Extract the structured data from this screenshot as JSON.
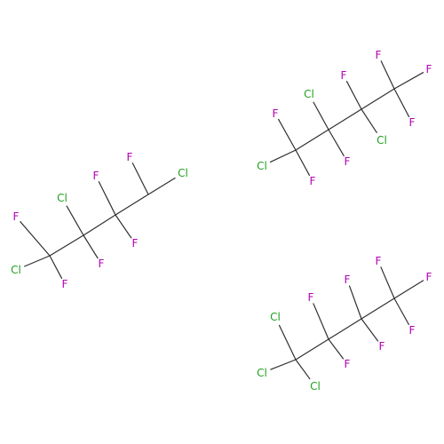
{
  "colors": {
    "bond": "#2f2f2f",
    "F": "#b300b3",
    "Cl": "#20a020",
    "background": "#ffffff"
  },
  "molecules": [
    {
      "atoms": [
        {
          "el": "Cl",
          "label": "Cl"
        },
        {
          "el": "F",
          "label": "F"
        },
        {
          "el": "F",
          "label": "F"
        },
        {
          "el": "Cl",
          "label": "Cl"
        },
        {
          "el": "F",
          "label": "F"
        },
        {
          "el": "F",
          "label": "F"
        },
        {
          "el": "F",
          "label": "F"
        },
        {
          "el": "F",
          "label": "F"
        },
        {
          "el": "Cl",
          "label": "Cl"
        }
      ]
    },
    {
      "atoms": [
        {
          "el": "Cl",
          "label": "Cl"
        },
        {
          "el": "F",
          "label": "F"
        },
        {
          "el": "F",
          "label": "F"
        },
        {
          "el": "Cl",
          "label": "Cl"
        },
        {
          "el": "F",
          "label": "F"
        },
        {
          "el": "F",
          "label": "F"
        },
        {
          "el": "Cl",
          "label": "Cl"
        },
        {
          "el": "F",
          "label": "F"
        },
        {
          "el": "F",
          "label": "F"
        },
        {
          "el": "F",
          "label": "F"
        }
      ]
    },
    {
      "atoms": [
        {
          "el": "Cl",
          "label": "Cl"
        },
        {
          "el": "Cl",
          "label": "Cl"
        },
        {
          "el": "Cl",
          "label": "Cl"
        },
        {
          "el": "F",
          "label": "F"
        },
        {
          "el": "F",
          "label": "F"
        },
        {
          "el": "F",
          "label": "F"
        },
        {
          "el": "F",
          "label": "F"
        },
        {
          "el": "F",
          "label": "F"
        },
        {
          "el": "F",
          "label": "F"
        },
        {
          "el": "F",
          "label": "F"
        }
      ]
    }
  ]
}
